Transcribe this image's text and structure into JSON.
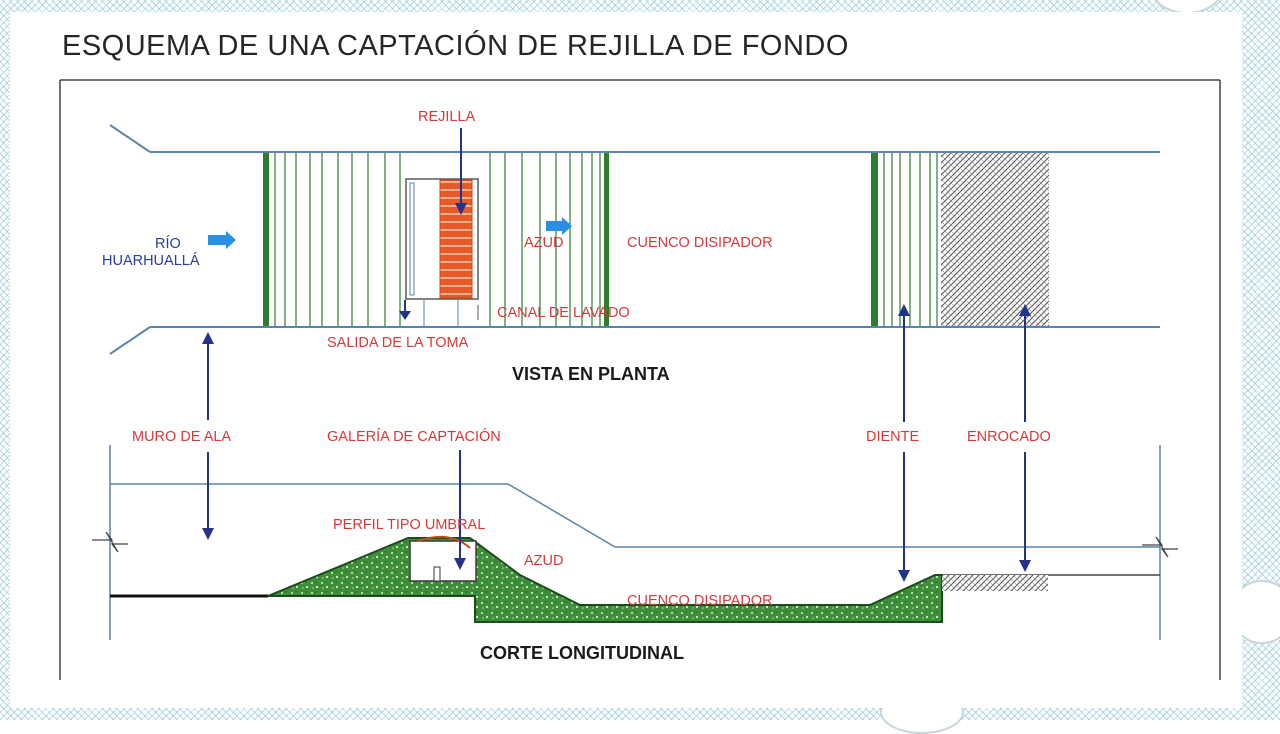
{
  "title": "ESQUEMA DE UNA CAPTACIÓN DE REJILLA DE FONDO",
  "labels": {
    "rejilla": "REJILLA",
    "rio_line1": "RÍO",
    "rio_line2": "HUARHUALLÁ",
    "azud_plan": "AZUD",
    "cuenco_plan": "CUENCO DISIPADOR",
    "canal_lavado": "CANAL DE LAVADO",
    "salida_toma": "SALIDA DE LA TOMA",
    "vista_planta": "VISTA EN PLANTA",
    "muro_ala": "MURO DE ALA",
    "galeria": "GALERÍA DE CAPTACIÓN",
    "diente": "DIENTE",
    "enrocado": "ENROCADO",
    "perfil_umbral": "PERFIL TIPO UMBRAL",
    "azud_section": "AZUD",
    "cuenco_section": "CUENCO DISIPADOR",
    "corte_longitudinal": "CORTE LONGITUDINAL"
  },
  "colors": {
    "label_red": "#d33a3a",
    "label_blue": "#2a3f8f",
    "view_title": "#1a1a1a",
    "arrow_navy": "#24338a",
    "arrow_light": "#2a8fe0",
    "bank_line": "#5a84aa",
    "stripe_green": "#2e7d2e",
    "concrete_green": "#3f8f3a",
    "grate_orange": "#e85a2a",
    "riprap_gray": "#6b6b6b"
  }
}
